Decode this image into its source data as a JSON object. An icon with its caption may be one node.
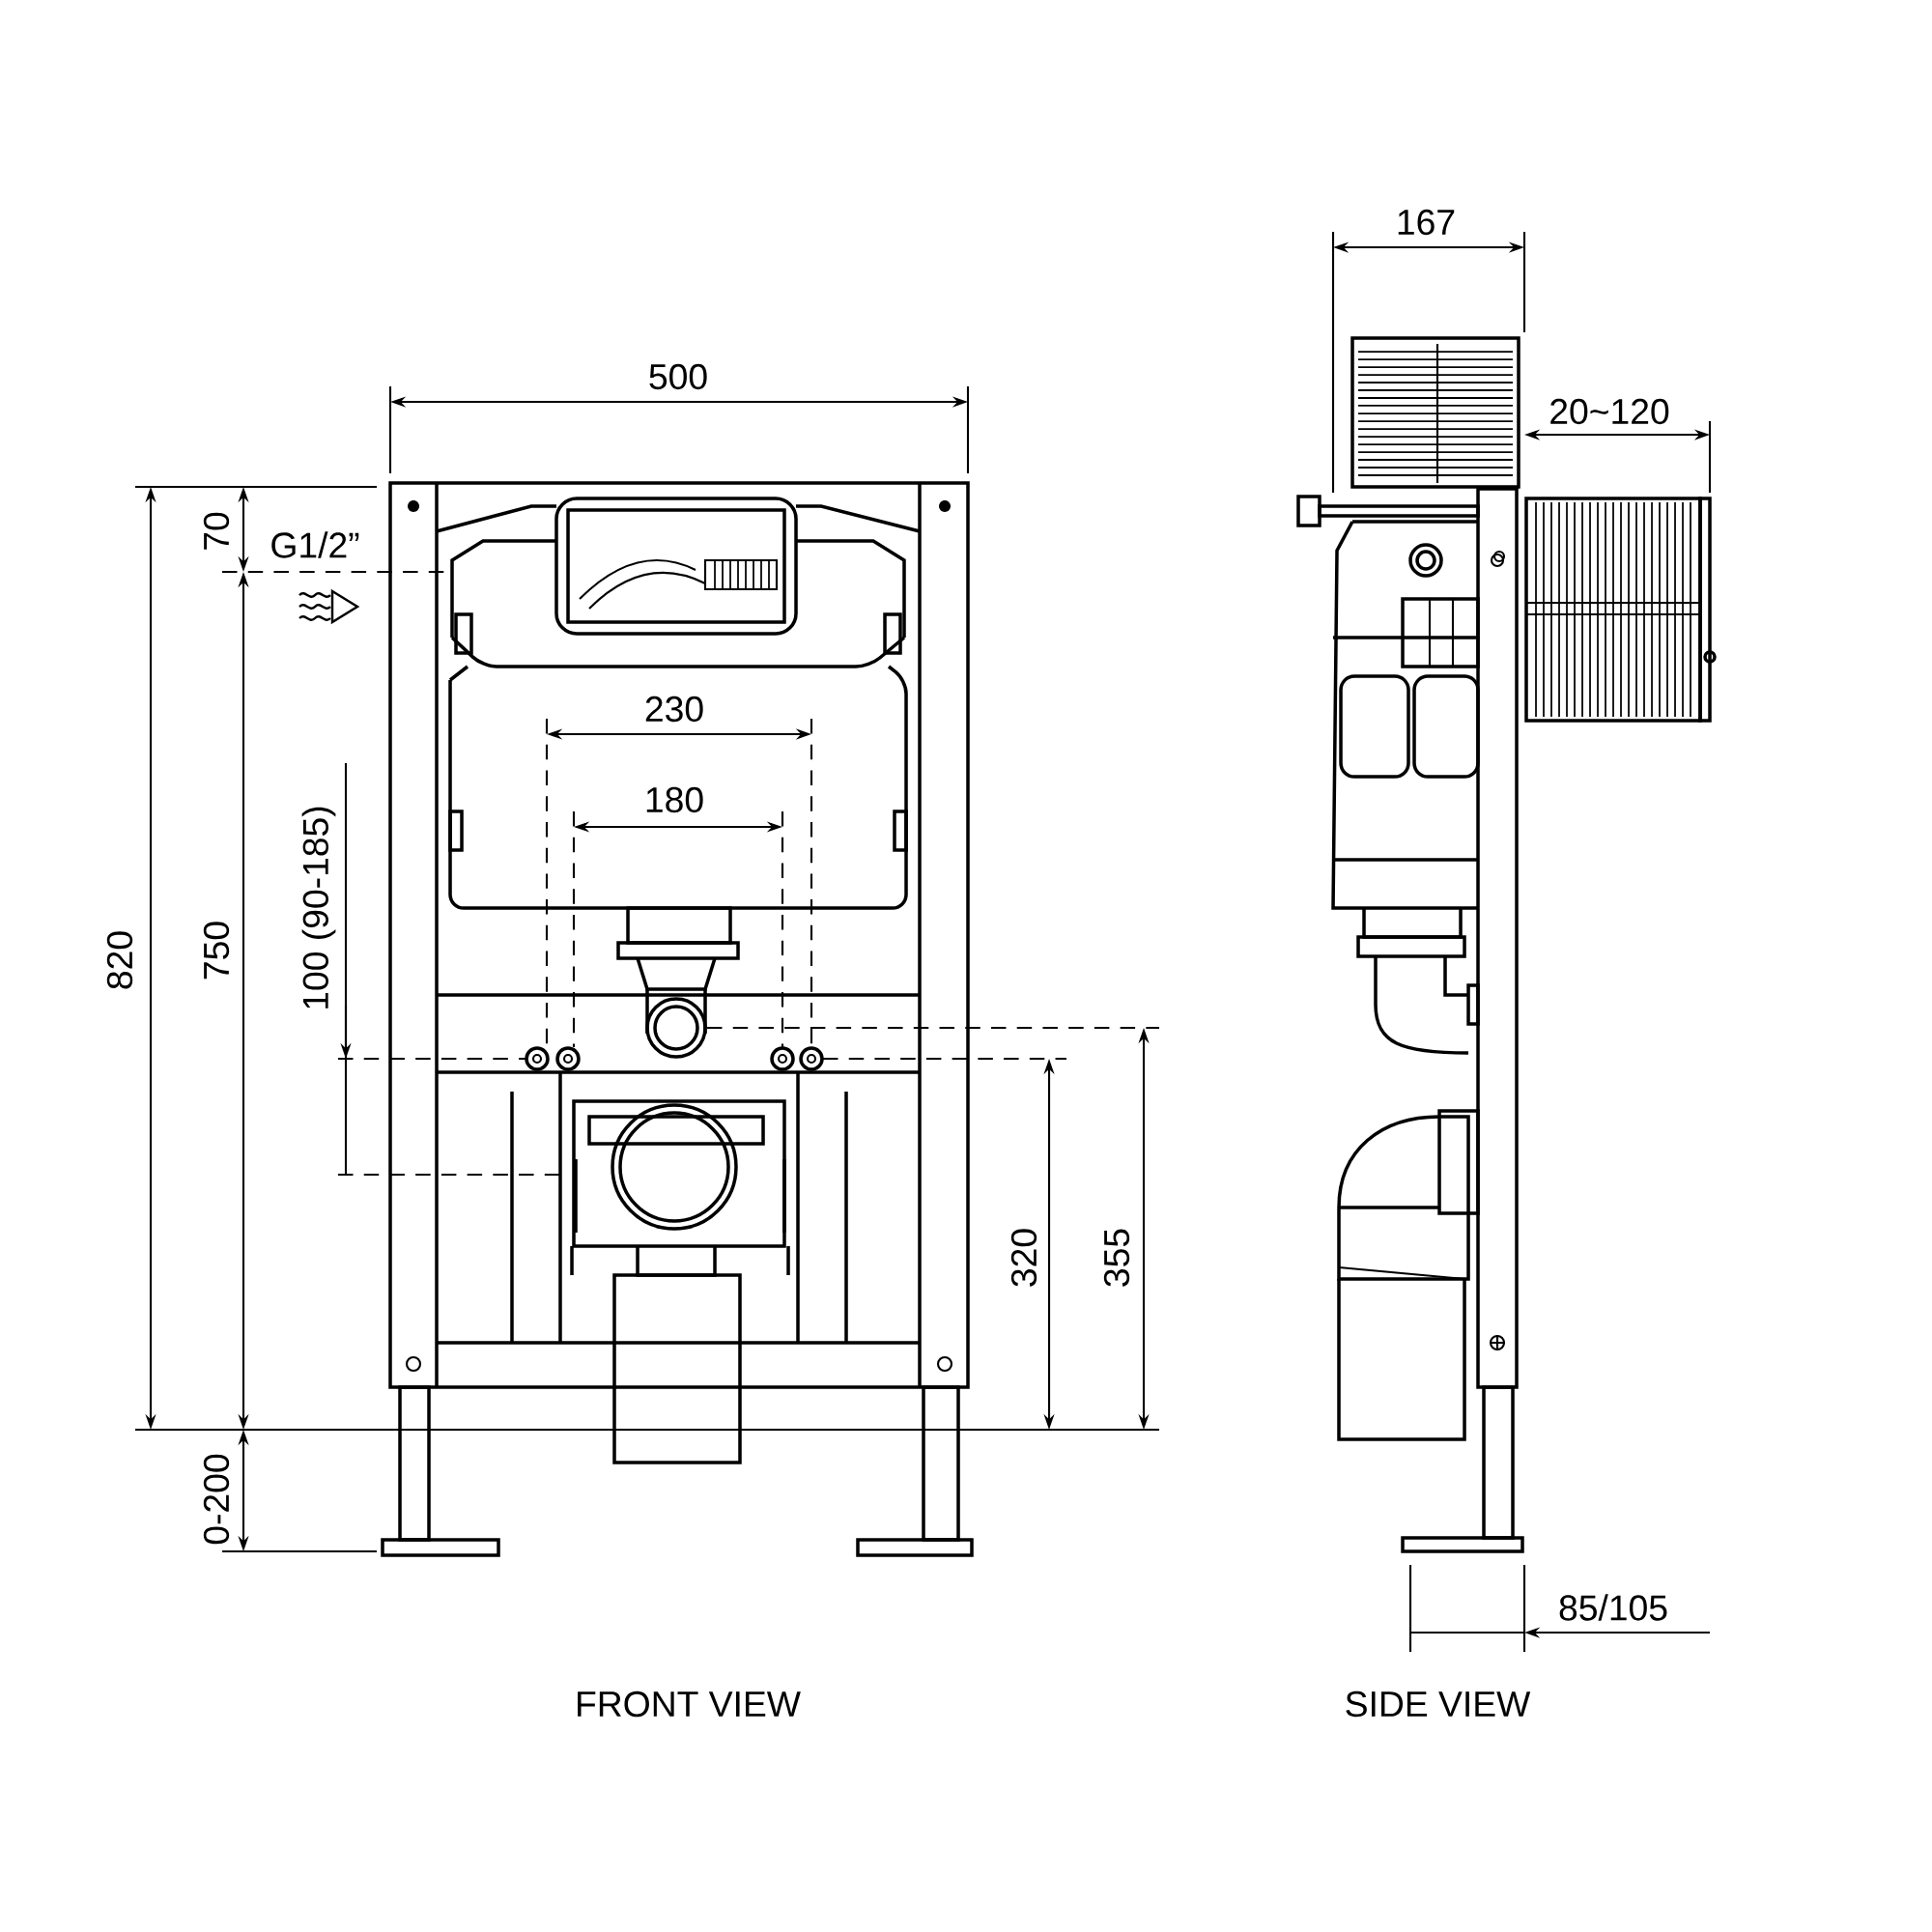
{
  "diagram": {
    "labels": [
      "500",
      "820",
      "70",
      "G1/2”",
      "750",
      "100 (90-185)",
      "230",
      "180",
      "320",
      "355",
      "0-200",
      "FRONT VIEW",
      "167",
      "20~120",
      "85/105",
      "SIDE VIEW"
    ]
  }
}
